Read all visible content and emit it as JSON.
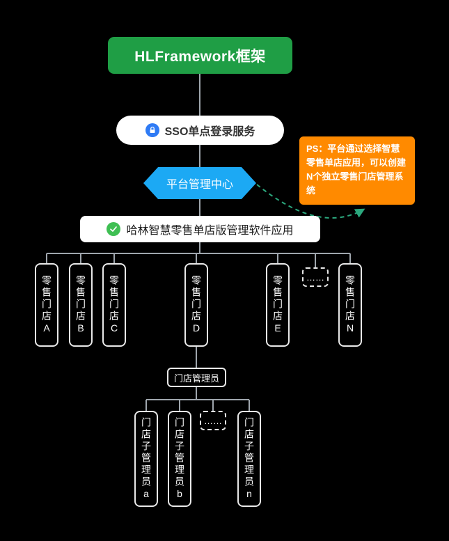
{
  "nodes": {
    "root": "HLFramework框架",
    "sso": "SSO单点登录服务",
    "platform": "平台管理中心",
    "note": "PS：平台通过选择智慧零售单店应用，可以创建N个独立零售门店管理系统",
    "app": "哈林智慧零售单店版管理软件应用",
    "stores": [
      "零售门店A",
      "零售门店B",
      "零售门店C",
      "零售门店D",
      "零售门店E",
      "……",
      "零售门店N"
    ],
    "manager": "门店管理员",
    "sub_managers": [
      "门店子管理员a",
      "门店子管理员b",
      "……",
      "门店子管理员n"
    ]
  },
  "icons": {
    "sso": "lock-icon",
    "app": "check-icon"
  },
  "colors": {
    "background": "#000000",
    "root_green": "#1f9e45",
    "hexagon_blue": "#1ca9f4",
    "note_orange": "#ff8a00",
    "lock_blue": "#2f7bf5",
    "check_green": "#3fbf53",
    "wire_gray": "#9fa6ad",
    "annotation_link_teal": "#2ba87e"
  }
}
